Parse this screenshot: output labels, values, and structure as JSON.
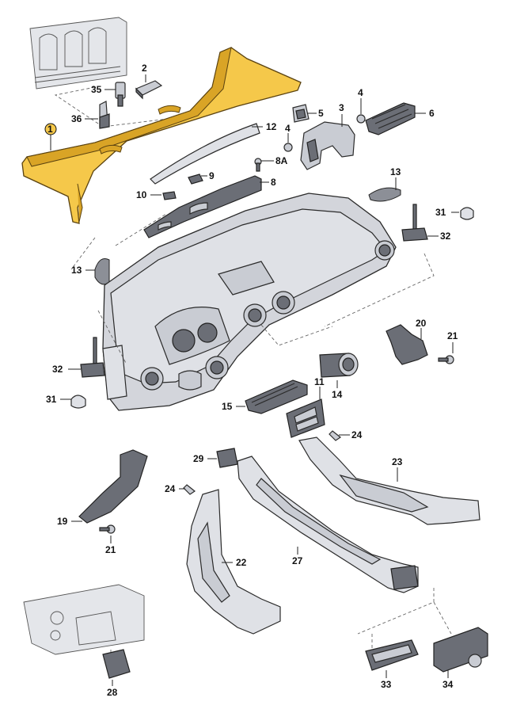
{
  "diagram": {
    "callouts": [
      {
        "id": "c1",
        "label": "1"
      },
      {
        "id": "c2",
        "label": "2"
      },
      {
        "id": "c35",
        "label": "35"
      },
      {
        "id": "c36",
        "label": "36"
      },
      {
        "id": "c4a",
        "label": "4"
      },
      {
        "id": "c3",
        "label": "3"
      },
      {
        "id": "c5",
        "label": "5"
      },
      {
        "id": "c4b",
        "label": "4"
      },
      {
        "id": "c6",
        "label": "6"
      },
      {
        "id": "c12",
        "label": "12"
      },
      {
        "id": "c8a",
        "label": "8A"
      },
      {
        "id": "c9",
        "label": "9"
      },
      {
        "id": "c8",
        "label": "8"
      },
      {
        "id": "c10",
        "label": "10"
      },
      {
        "id": "c13a",
        "label": "13"
      },
      {
        "id": "c31a",
        "label": "31"
      },
      {
        "id": "c32a",
        "label": "32"
      },
      {
        "id": "c13b",
        "label": "13"
      },
      {
        "id": "c20",
        "label": "20"
      },
      {
        "id": "c21a",
        "label": "21"
      },
      {
        "id": "c32b",
        "label": "32"
      },
      {
        "id": "c31b",
        "label": "31"
      },
      {
        "id": "c11",
        "label": "11"
      },
      {
        "id": "c14",
        "label": "14"
      },
      {
        "id": "c15",
        "label": "15"
      },
      {
        "id": "c24a",
        "label": "24"
      },
      {
        "id": "c29",
        "label": "29"
      },
      {
        "id": "c23",
        "label": "23"
      },
      {
        "id": "c24b",
        "label": "24"
      },
      {
        "id": "c19",
        "label": "19"
      },
      {
        "id": "c21b",
        "label": "21"
      },
      {
        "id": "c22",
        "label": "22"
      },
      {
        "id": "c27",
        "label": "27"
      },
      {
        "id": "c28",
        "label": "28"
      },
      {
        "id": "c33",
        "label": "33"
      },
      {
        "id": "c34",
        "label": "34"
      }
    ],
    "highlight_color": "#f5c84a"
  }
}
